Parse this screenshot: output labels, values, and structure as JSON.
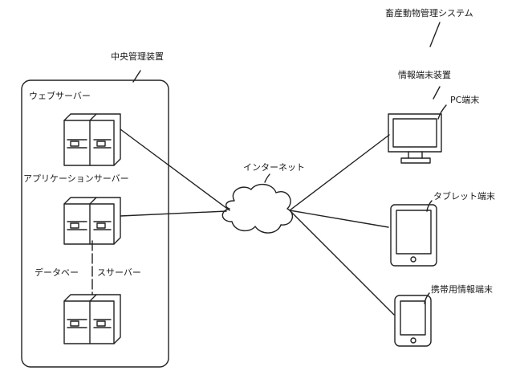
{
  "labels": {
    "system": "畜産動物管理システム",
    "central": "中央管理装置",
    "info_terminal": "情報端末装置",
    "web_server": "ウェブサーバー",
    "app_server": "アプリケーションサーバー",
    "db_server_a": "データベー",
    "db_server_b": "スサーバー",
    "internet": "インターネット",
    "pc": "PC端末",
    "tablet": "タブレット端末",
    "mobile": "携帯用情報端末"
  }
}
